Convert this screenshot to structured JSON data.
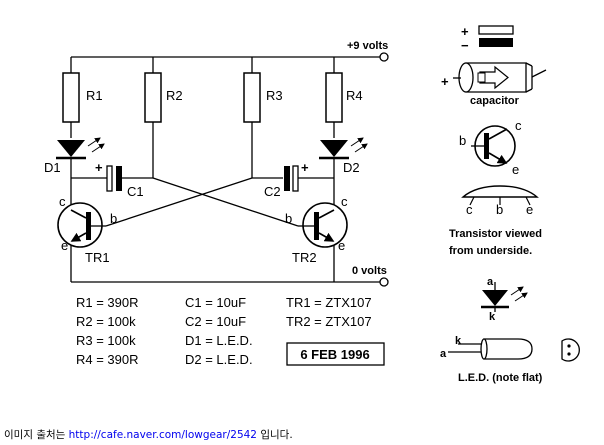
{
  "circuit": {
    "supply_positive": "+9 volts",
    "supply_zero": "0 volts",
    "resistors": [
      "R1",
      "R2",
      "R3",
      "R4"
    ],
    "leds": [
      "D1",
      "D2"
    ],
    "capacitors": [
      "C1",
      "C2"
    ],
    "transistors": [
      "TR1",
      "TR2"
    ],
    "pin_c": "c",
    "pin_b": "b",
    "pin_e": "e",
    "plus": "+",
    "minus": "−"
  },
  "parts_list": {
    "col1": [
      "R1 = 390R",
      "R2 = 100k",
      "R3 = 100k",
      "R4 = 390R"
    ],
    "col2": [
      "C1 = 10uF",
      "C2 = 10uF",
      "D1 = L.E.D.",
      "D2 = L.E.D."
    ],
    "col3": [
      "TR1 = ZTX107",
      "TR2 = ZTX107"
    ],
    "date": "6 FEB 1996"
  },
  "legend": {
    "capacitor_label": "capacitor",
    "transistor_view_line1": "Transistor viewed",
    "transistor_view_line2": "from underside.",
    "pin_a": "a",
    "pin_k": "k",
    "led_label": "L.E.D. (note flat)"
  },
  "footer": {
    "prefix": "이미지 출처는 ",
    "link": "http://cafe.naver.com/lowgear/2542",
    "suffix": " 입니다."
  }
}
